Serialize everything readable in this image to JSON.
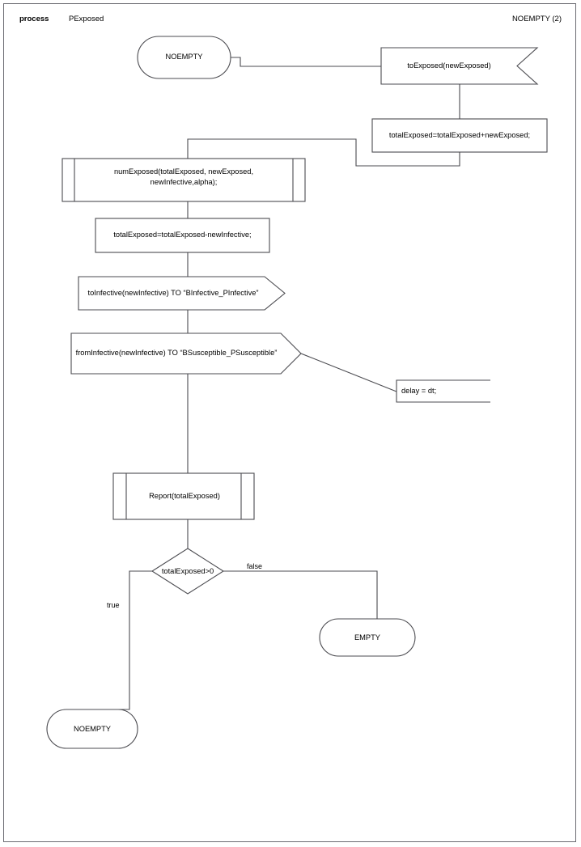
{
  "header": {
    "kind": "process",
    "name": "PExposed",
    "state": "NOEMPTY (2)"
  },
  "diagram": {
    "type": "flowchart",
    "title": "PExposed process flowchart",
    "colors": {
      "stroke": "#4b4b50",
      "fill": "#ffffff",
      "text": "#000000",
      "frame": "#6b6b72"
    },
    "nodes": [
      {
        "id": "start",
        "shape": "terminator",
        "label": "NOEMPTY"
      },
      {
        "id": "toExposed",
        "shape": "notched-right",
        "label": "toExposed(newExposed)"
      },
      {
        "id": "accumulate",
        "shape": "process",
        "label": "totalExposed=totalExposed+newExposed;"
      },
      {
        "id": "numExposed",
        "shape": "predefined-process",
        "label": "numExposed(totalExposed, newExposed,\nnewInfective,alpha);"
      },
      {
        "id": "subtract",
        "shape": "process",
        "label": "totalExposed=totalExposed-newInfective;"
      },
      {
        "id": "toInfective",
        "shape": "arrow-right",
        "label": "toInfective(newInfective) TO “BInfective_PInfective”"
      },
      {
        "id": "fromInfective",
        "shape": "arrow-right",
        "label": "fromInfective(newInfective) TO “BSusceptible_PSusceptible”"
      },
      {
        "id": "delayNote",
        "shape": "comment",
        "label": "delay = dt;"
      },
      {
        "id": "report",
        "shape": "predefined-process",
        "label": "Report(totalExposed)"
      },
      {
        "id": "decision",
        "shape": "decision",
        "label": "totalExposed>0"
      },
      {
        "id": "endEmpty",
        "shape": "terminator",
        "label": "EMPTY"
      },
      {
        "id": "endNoEmpty",
        "shape": "terminator",
        "label": "NOEMPTY"
      }
    ],
    "edges": [
      {
        "from": "start",
        "to": "toExposed",
        "label": ""
      },
      {
        "from": "toExposed",
        "to": "accumulate",
        "label": ""
      },
      {
        "from": "accumulate",
        "to": "numExposed",
        "label": ""
      },
      {
        "from": "numExposed",
        "to": "subtract",
        "label": ""
      },
      {
        "from": "subtract",
        "to": "toInfective",
        "label": ""
      },
      {
        "from": "toInfective",
        "to": "fromInfective",
        "label": ""
      },
      {
        "from": "fromInfective",
        "to": "delayNote",
        "label": ""
      },
      {
        "from": "fromInfective",
        "to": "report",
        "label": ""
      },
      {
        "from": "report",
        "to": "decision",
        "label": ""
      },
      {
        "from": "decision",
        "to": "endNoEmpty",
        "label": "true"
      },
      {
        "from": "decision",
        "to": "endEmpty",
        "label": "false"
      }
    ],
    "edge_labels": {
      "true": "true",
      "false": "false"
    }
  }
}
